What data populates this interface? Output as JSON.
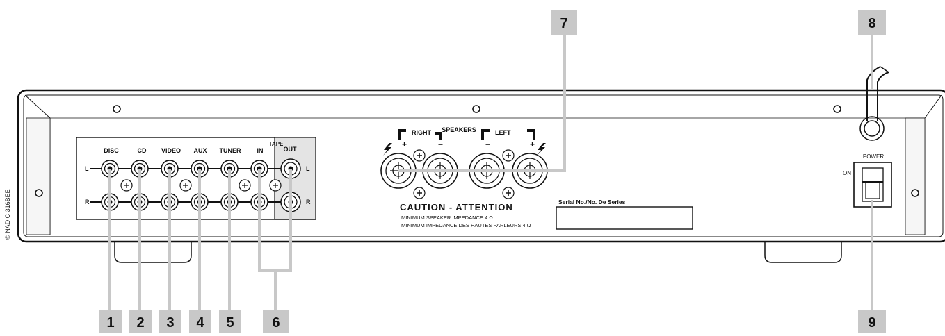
{
  "copyright": "© NAD C 316BEE",
  "inputs": {
    "labels": [
      "DISC",
      "CD",
      "VIDEO",
      "AUX",
      "TUNER",
      "IN",
      "OUT"
    ],
    "tape_label": "TAPE",
    "left_mark": "L",
    "right_mark": "R"
  },
  "speakers": {
    "label": "SPEAKERS",
    "right": "RIGHT",
    "left": "LEFT",
    "plus": "+",
    "minus": "−"
  },
  "caution": {
    "title": "CAUTION - ATTENTION",
    "line1": "MINIMUM SPEAKER IMPEDANCE 4 Ω",
    "line2": "MINIMUM IMPEDANCE DES HAUTES PARLEURS 4 Ω"
  },
  "serial_label": "Serial No./No. De Series",
  "power": {
    "label": "POWER",
    "on": "ON"
  },
  "callouts": [
    "1",
    "2",
    "3",
    "4",
    "5",
    "6",
    "7",
    "8",
    "9"
  ]
}
